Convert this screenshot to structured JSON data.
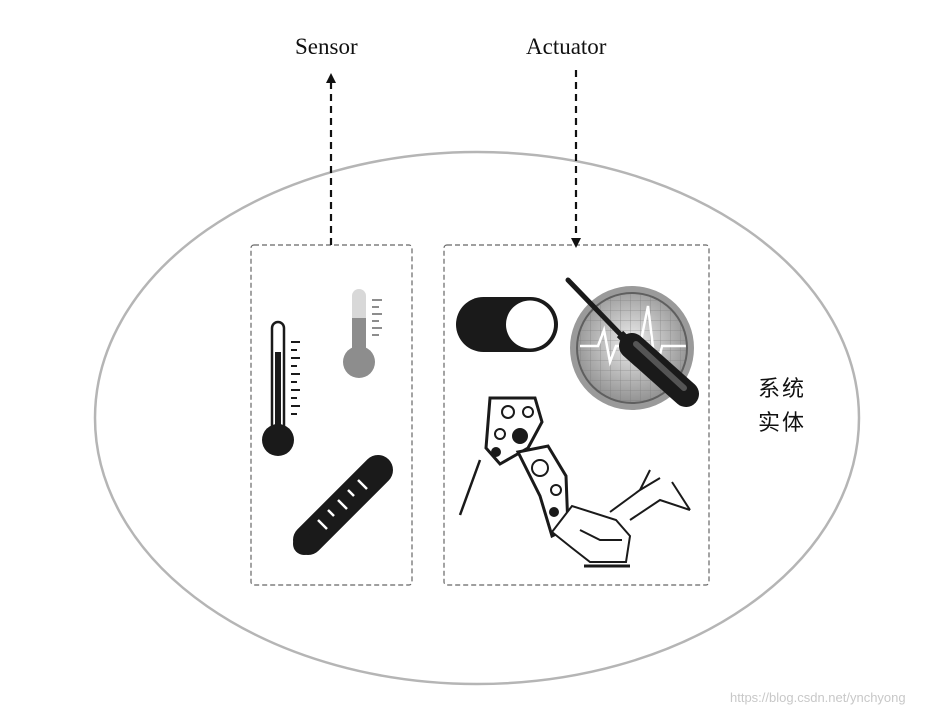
{
  "labels": {
    "sensor": "Sensor",
    "actuator": "Actuator",
    "entity_line1": "系统",
    "entity_line2": "实体"
  },
  "watermark": "https://blog.csdn.net/ynchyong",
  "icons": {
    "sensor_group": [
      "thermometer-icon",
      "thermometer-icon",
      "thermometer-icon"
    ],
    "actuator_group": [
      "toggle-switch-icon",
      "diagnostic-tool-icon",
      "exoskeleton-icon"
    ]
  },
  "colors": {
    "ellipse": "#b5b5b5",
    "dashed_box": "#666666",
    "icon_dark": "#1a1a1a",
    "icon_gray": "#8d8d8d"
  }
}
